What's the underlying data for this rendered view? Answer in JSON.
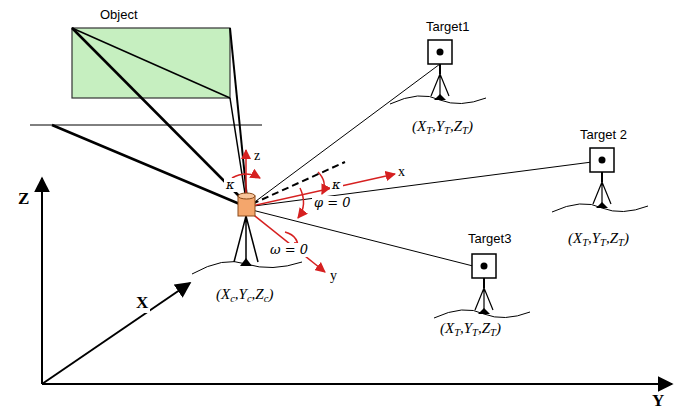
{
  "diagram": {
    "labels": [
      "Object",
      "Target1",
      "(XT,YT,ZT)",
      "Target 2",
      "(XT,YT,ZT)",
      "z",
      "κ",
      "κ",
      "x",
      "φ = 0",
      "Target3",
      "ω = 0",
      "y",
      "X",
      "(Xc,Yc,Zc)",
      "(XT,YT,ZT)",
      "Z",
      "Y"
    ]
  }
}
